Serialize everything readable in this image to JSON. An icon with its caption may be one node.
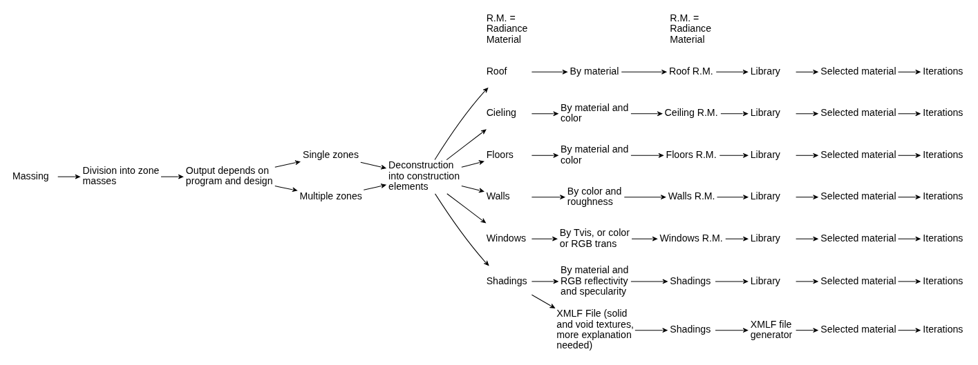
{
  "diagram": {
    "nodes": [
      {
        "text": [
          "Massing"
        ]
      },
      {
        "text": [
          "Division into zone masses"
        ]
      },
      {
        "text": [
          "Output depends on program and design"
        ]
      },
      {
        "text": [
          "Single zones"
        ]
      },
      {
        "text": [
          "Multiple zones"
        ]
      },
      {
        "text": [
          "Deconstruction into construction elements"
        ]
      },
      {
        "text": [
          "Roof"
        ]
      },
      {
        "text": [
          "Cieling"
        ]
      },
      {
        "text": [
          "Floors"
        ]
      },
      {
        "text": [
          "Walls"
        ]
      },
      {
        "text": [
          "Windows"
        ]
      },
      {
        "text": [
          "Shadings"
        ]
      },
      {
        "text": [
          "By material"
        ]
      },
      {
        "text": [
          "By material and color"
        ]
      },
      {
        "text": [
          "By material and color"
        ]
      },
      {
        "text": [
          "By color and roughness"
        ]
      },
      {
        "text": [
          "By Tvis, or color or RGB trans"
        ]
      },
      {
        "text": [
          "By material and RGB reflectivity and specularity"
        ]
      },
      {
        "text": [
          "XMLF File (solid and void textures, more explanation needed)"
        ]
      },
      {
        "text": [
          "Roof R.M."
        ]
      },
      {
        "text": [
          "Ceiling R.M."
        ]
      },
      {
        "text": [
          "Floors R.M."
        ]
      },
      {
        "text": [
          "Walls R.M."
        ]
      },
      {
        "text": [
          "Windows R.M."
        ]
      },
      {
        "text": [
          "Shadings"
        ]
      },
      {
        "text": [
          "Shadings"
        ]
      },
      {
        "text": [
          "Library"
        ]
      },
      {
        "text": [
          "Library"
        ]
      },
      {
        "text": [
          "Library"
        ]
      },
      {
        "text": [
          "Library"
        ]
      },
      {
        "text": [
          "Library"
        ]
      },
      {
        "text": [
          "Library"
        ]
      },
      {
        "text": [
          "XMLF file generator"
        ]
      },
      {
        "text": [
          "Selected material"
        ]
      },
      {
        "text": [
          "Iterations"
        ]
      },
      {
        "text": [
          "Selected material"
        ]
      },
      {
        "text": [
          "Iterations"
        ]
      },
      {
        "text": [
          "Selected material"
        ]
      },
      {
        "text": [
          "Iterations"
        ]
      },
      {
        "text": [
          "Selected material"
        ]
      },
      {
        "text": [
          "Iterations"
        ]
      },
      {
        "text": [
          "Selected material"
        ]
      },
      {
        "text": [
          "Iterations"
        ]
      },
      {
        "text": [
          "Selected material"
        ]
      },
      {
        "text": [
          "Iterations"
        ]
      },
      {
        "text": [
          "Selected material"
        ]
      },
      {
        "text": [
          "Iterations"
        ]
      }
    ],
    "edges": [
      {
        "from": 0,
        "to": 1,
        "arrow": "to"
      },
      {
        "from": 1,
        "to": 2,
        "arrow": "to"
      },
      {
        "from": 2,
        "to": 3,
        "arrow": "to"
      },
      {
        "from": 2,
        "to": 4,
        "arrow": "to"
      },
      {
        "from": 3,
        "to": 5,
        "arrow": "to"
      },
      {
        "from": 4,
        "to": 5,
        "arrow": "to"
      },
      {
        "from": 5,
        "to": 6,
        "arrow": "to"
      },
      {
        "from": 5,
        "to": 7,
        "arrow": "to"
      },
      {
        "from": 5,
        "to": 8,
        "arrow": "to"
      },
      {
        "from": 5,
        "to": 9,
        "arrow": "to"
      },
      {
        "from": 5,
        "to": 10,
        "arrow": "to"
      },
      {
        "from": 5,
        "to": 11,
        "arrow": "to"
      },
      {
        "from": 6,
        "to": 12,
        "arrow": "to"
      },
      {
        "from": 7,
        "to": 13,
        "arrow": "to"
      },
      {
        "from": 8,
        "to": 14,
        "arrow": "to"
      },
      {
        "from": 9,
        "to": 15,
        "arrow": "to"
      },
      {
        "from": 10,
        "to": 16,
        "arrow": "to"
      },
      {
        "from": 11,
        "to": 17,
        "arrow": "to"
      },
      {
        "from": 11,
        "to": 18,
        "arrow": "to"
      },
      {
        "from": 12,
        "to": 19,
        "arrow": "to"
      },
      {
        "from": 13,
        "to": 20,
        "arrow": "to"
      },
      {
        "from": 14,
        "to": 21,
        "arrow": "to"
      },
      {
        "from": 15,
        "to": 22,
        "arrow": "to"
      },
      {
        "from": 16,
        "to": 23,
        "arrow": "to"
      },
      {
        "from": 17,
        "to": 24,
        "arrow": "to"
      },
      {
        "from": 18,
        "to": 25,
        "arrow": "to"
      },
      {
        "from": 19,
        "to": 26,
        "arrow": "to"
      },
      {
        "from": 20,
        "to": 27,
        "arrow": "to"
      },
      {
        "from": 21,
        "to": 28,
        "arrow": "to"
      },
      {
        "from": 22,
        "to": 29,
        "arrow": "to"
      },
      {
        "from": 23,
        "to": 30,
        "arrow": "to"
      },
      {
        "from": 24,
        "to": 31,
        "arrow": "to"
      },
      {
        "from": 25,
        "to": 32,
        "arrow": "to"
      },
      {
        "from": 26,
        "to": 33,
        "arrow": "to"
      },
      {
        "from": 27,
        "to": 35,
        "arrow": "to"
      },
      {
        "from": 28,
        "to": 37,
        "arrow": "to"
      },
      {
        "from": 29,
        "to": 39,
        "arrow": "to"
      },
      {
        "from": 30,
        "to": 41,
        "arrow": "to"
      },
      {
        "from": 31,
        "to": 43,
        "arrow": "to"
      },
      {
        "from": 32,
        "to": 45,
        "arrow": "to"
      },
      {
        "from": 33,
        "to": 34,
        "arrow": "to"
      },
      {
        "from": 35,
        "to": 36,
        "arrow": "to"
      },
      {
        "from": 37,
        "to": 38,
        "arrow": "to"
      },
      {
        "from": 39,
        "to": 40,
        "arrow": "to"
      },
      {
        "from": 41,
        "to": 42,
        "arrow": "to"
      },
      {
        "from": 43,
        "to": 44,
        "arrow": "to"
      },
      {
        "from": 45,
        "to": 46,
        "arrow": "to"
      }
    ],
    "labels": [
      "R.M. = Radiance Material",
      "R.M. = Radiance Material"
    ]
  }
}
